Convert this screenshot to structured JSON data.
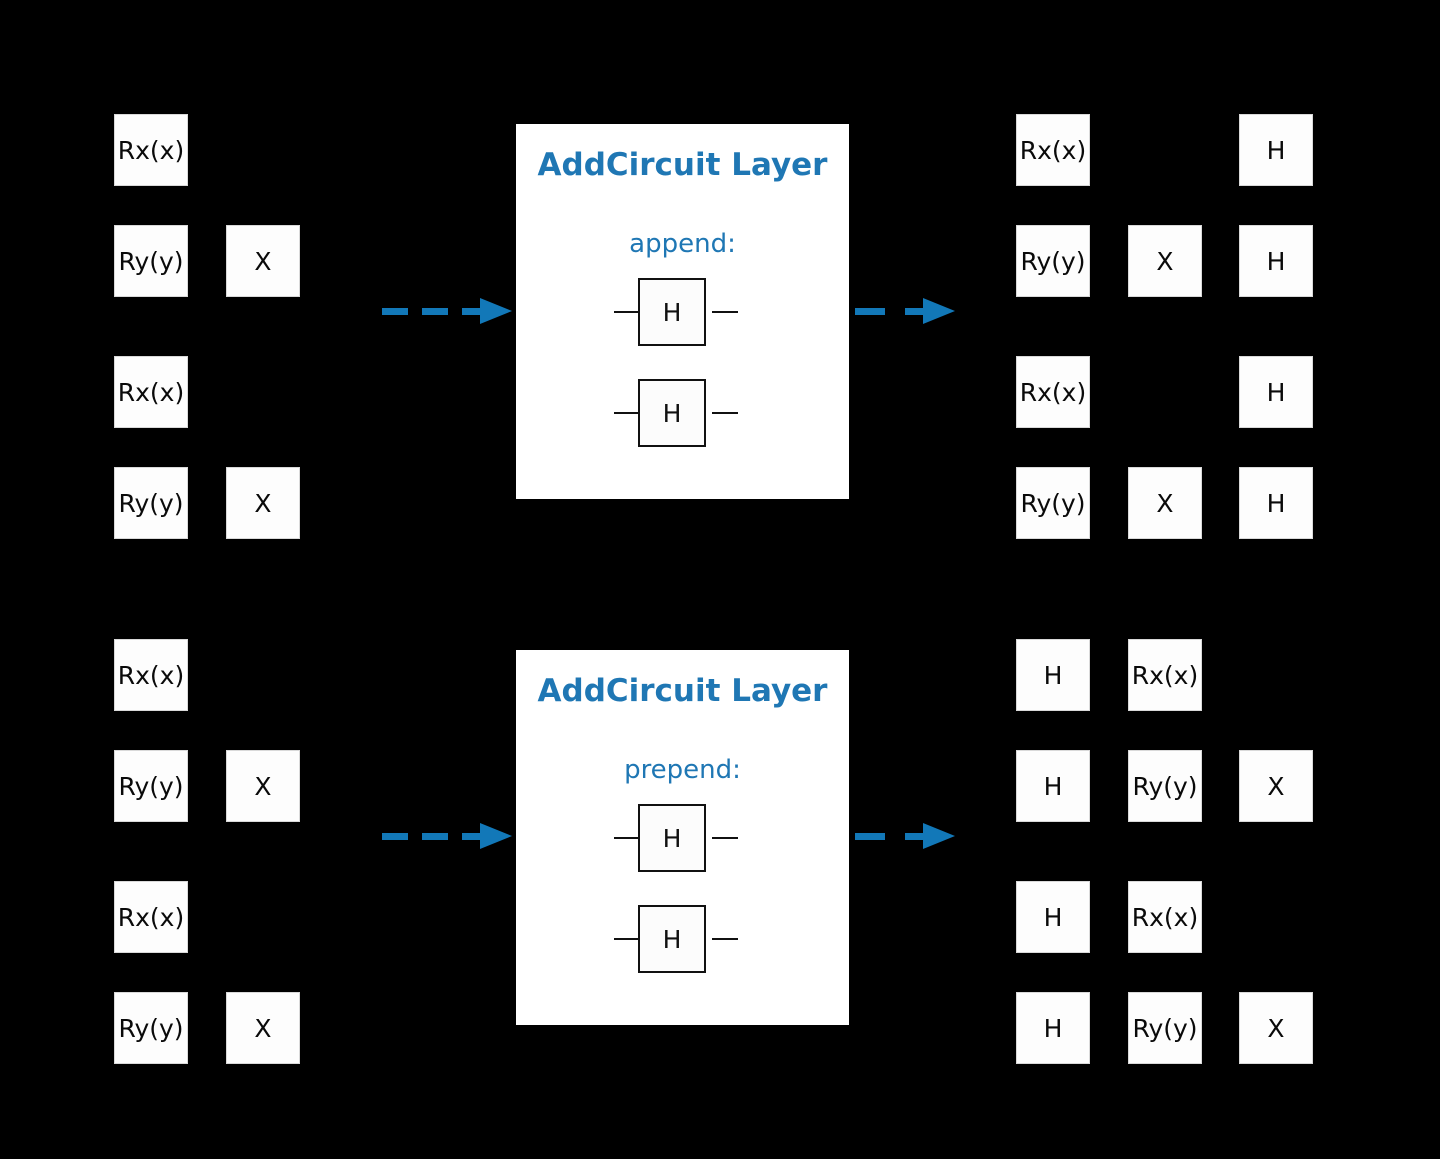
{
  "figure": {
    "background_color": "#000000",
    "accent_color": "#1f77b4",
    "arrow_color": "#1278b8",
    "gate_fill": "#fdfdfd",
    "gate_text_color": "#0a0a0a"
  },
  "rows": [
    {
      "index": 0
    },
    {
      "index": 1
    },
    {
      "index": 2
    },
    {
      "index": 3
    }
  ],
  "examples": [
    {
      "id": "append-example",
      "input_circuit": {
        "name": "input-circuit-append",
        "rows": [
          {
            "gates": [
              "Rx(x)"
            ]
          },
          {
            "gates": [
              "Ry(y)",
              "X"
            ]
          },
          {
            "gates": [
              "Rx(x)"
            ]
          },
          {
            "gates": [
              "Ry(y)",
              "X"
            ]
          }
        ]
      },
      "layer": {
        "title": "AddCircuit Layer",
        "mode_label": "append:",
        "circuit_gates": [
          "H",
          "H"
        ]
      },
      "output_circuit": {
        "name": "output-circuit-append",
        "rows": [
          {
            "gates": [
              "Rx(x)",
              "",
              "H"
            ]
          },
          {
            "gates": [
              "Ry(y)",
              "X",
              "H"
            ]
          },
          {
            "gates": [
              "Rx(x)",
              "",
              "H"
            ]
          },
          {
            "gates": [
              "Ry(y)",
              "X",
              "H"
            ]
          }
        ]
      },
      "arrows": {
        "left_label": "in-arrow",
        "right_label": "out-arrow"
      }
    },
    {
      "id": "prepend-example",
      "input_circuit": {
        "name": "input-circuit-prepend",
        "rows": [
          {
            "gates": [
              "Rx(x)"
            ]
          },
          {
            "gates": [
              "Ry(y)",
              "X"
            ]
          },
          {
            "gates": [
              "Rx(x)"
            ]
          },
          {
            "gates": [
              "Ry(y)",
              "X"
            ]
          }
        ]
      },
      "layer": {
        "title": "AddCircuit Layer",
        "mode_label": "prepend:",
        "circuit_gates": [
          "H",
          "H"
        ]
      },
      "output_circuit": {
        "name": "output-circuit-prepend",
        "rows": [
          {
            "gates": [
              "H",
              "Rx(x)",
              ""
            ]
          },
          {
            "gates": [
              "H",
              "Ry(y)",
              "X"
            ]
          },
          {
            "gates": [
              "H",
              "Rx(x)",
              ""
            ]
          },
          {
            "gates": [
              "H",
              "Ry(y)",
              "X"
            ]
          }
        ]
      },
      "arrows": {
        "left_label": "in-arrow",
        "right_label": "out-arrow"
      }
    }
  ]
}
